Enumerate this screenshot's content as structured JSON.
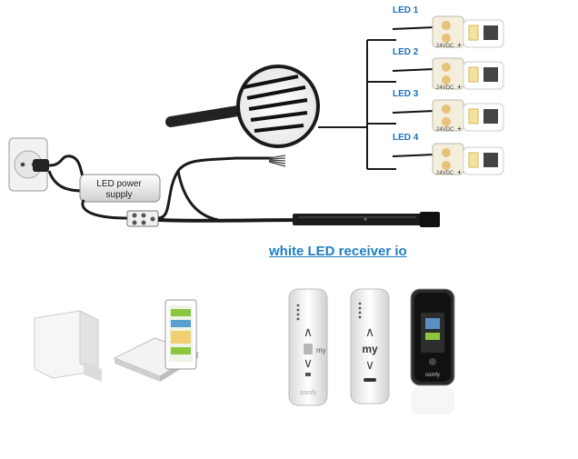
{
  "leds": [
    {
      "label": "LED 1",
      "voltage": "24VDC"
    },
    {
      "label": "LED 2",
      "voltage": "24VDC"
    },
    {
      "label": "LED 3",
      "voltage": "24VDC"
    },
    {
      "label": "LED 4",
      "voltage": "24VDC"
    }
  ],
  "power_supply": {
    "label": "LED power supply"
  },
  "receiver": {
    "title": "white LED receiver io"
  },
  "remote_left": {
    "brand": "somfy",
    "my_label": "my"
  },
  "remote_mid": {
    "my_label": "my"
  },
  "touch_remote": {
    "brand": "somfy"
  },
  "colors": {
    "accent": "#1f7fc4",
    "led_label": "#1f6fb5",
    "cable": "#1a1a1a",
    "led_chip": "#f3e3a0"
  }
}
